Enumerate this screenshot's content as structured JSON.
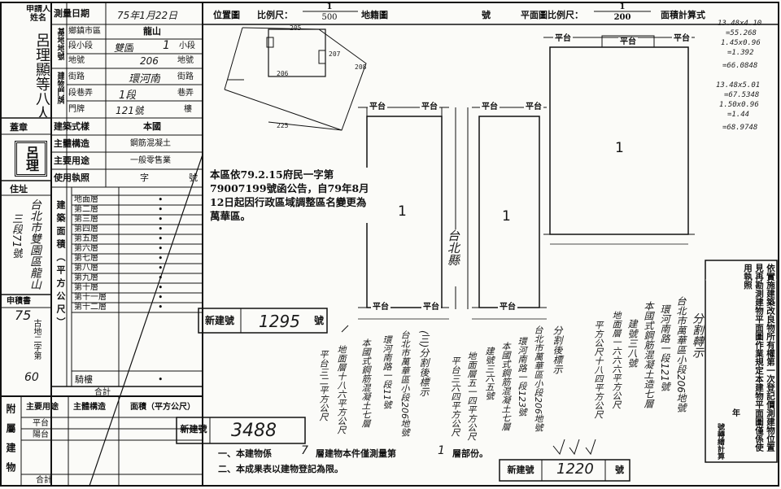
{
  "ledger": {
    "applicant_label": "申請人姓名",
    "applicant_name": "呂理顯等八人",
    "seal_label": "蓋章",
    "seal_text": "呂理",
    "address_label": "住址",
    "address_hand": "台北市雙園區龍山",
    "address_hand2": "三段71號",
    "survey_date_label": "測量日期",
    "survey_date_value": "75年1月22日",
    "land_number_label": "基地地號",
    "district_label": "鄉鎮市區",
    "district_value": "龍山",
    "section_label": "段小段",
    "section_value_1": "雙園",
    "section_value_2": "1",
    "section_suffix": "小段",
    "lot_label": "地號",
    "lot_value": "206",
    "lot_suffix": "地號",
    "building_door_label": "建物門牌",
    "street_label": "街路",
    "street_value": "環河南",
    "street_suffix": "街路",
    "lane_label": "段巷弄",
    "lane_value": "1段",
    "lane_suffix": "巷弄",
    "door_label": "門牌",
    "door_value": "121號",
    "door_suffix": "樓",
    "style_label": "建築式樣",
    "style_value": "本國",
    "structure_label": "主體構造",
    "structure_value": "鋼筋混凝土",
    "use_label": "主要用途",
    "use_value": "一般零售業",
    "permit_label": "使用執照",
    "permit_value": "字",
    "permit_suffix": "號",
    "floors_side_label": "建築面積（平方公尺）",
    "floors": [
      "地面層",
      "第二層",
      "第三層",
      "第四層",
      "第五層",
      "第六層",
      "第七層",
      "第八層",
      "第九層",
      "第十層",
      "第十一層",
      "第十二層"
    ],
    "floor_dot": "•",
    "arcade_label": "騎樓",
    "total_label": "合計",
    "area_label": "申積書",
    "area_value_1": "75",
    "area_value_2": "古地二字第",
    "area_value_3": "60",
    "annex_label": "附屬建物",
    "annex_use_label": "主要用途",
    "annex_structure_label": "主體構造",
    "annex_area_label": "面積（平方公尺）",
    "annex_rows": [
      "平台",
      "陽台"
    ],
    "annex_total": "合計"
  },
  "drawing": {
    "location_label": "位置圖",
    "location_scale_label": "比例尺：",
    "location_scale_num": "1",
    "location_scale_den": "500",
    "location_map_label": "地籍圖",
    "location_number_suffix": "號",
    "plan_scale_label": "平面圖比例尺：",
    "plan_scale_num": "1",
    "plan_scale_den": "200",
    "plan_area_label": "面積計算式",
    "lot_sketch": [
      "205",
      "206",
      "207",
      "208",
      "225"
    ],
    "room_marks": [
      "1",
      "1",
      "1"
    ],
    "balconies": [
      "平台",
      "平台",
      "平台",
      "平台",
      "平台",
      "平台",
      "平台",
      "平台",
      "平台",
      "平台"
    ],
    "street_hand": "台北縣",
    "notice": "本區依79.2.15府民一字第79007199號函公告，自79年8月12日起因行政區域調整區名變更為萬華區。",
    "new_number_label": "新建號",
    "new_number_value": "1295",
    "new_number_suffix": "號",
    "lower_new_number_label": "新建號",
    "lower_new_number_value": "3488",
    "bottom_new_number_label": "新建號",
    "bottom_new_number_value": "1220",
    "bottom_new_number_suffix": "號",
    "footnote_1_prefix": "一、本建物係",
    "footnote_1_hand": "7",
    "footnote_1_mid": "層建物本件僅測量第",
    "footnote_1_hand2": "1",
    "footnote_1_end": "層部份。",
    "footnote_2": "二、本成果表以建物登記為限。",
    "right_notes_title": "依實施建築改良物所有權第一次登記價測建物位置見再勘測建物平面圖作業規定本建物平面圖僅係使用執照",
    "right_notes_year": "年",
    "right_notes_ref": "號轉繪計算",
    "hand_columns": [
      "分割轉示",
      "台北市萬華區小段206地號",
      "環河南路一段121號",
      "本國式鋼筋混凝土造七層",
      "建號三八號",
      "地面層一六六六平方公尺",
      "平方公尺十八四平方公尺",
      "分割後標示",
      "台北市萬華區小段206地號",
      "環河南路一段123號",
      "本國式鋼筋混凝土七層",
      "建號三六五號",
      "地面層五一四平方公尺",
      "平台三六四平方公尺",
      "(三)分割後標示",
      "台北市萬華區小段206地號",
      "環河南路一段11號",
      "本國式鋼筋混凝土七層",
      "地面層十八六平方公尺",
      "平台三二平方公尺"
    ],
    "top_right_calc": [
      "13.48x4.10",
      "=55.268",
      "1.45x0.96",
      "=1.392",
      "=66.0848",
      "13.48x5.01",
      "=67.5348",
      "1.50x0.96",
      "=1.44",
      "=68.9748"
    ]
  },
  "colors": {
    "ink": "#111111",
    "paper": "#fbfbf8"
  }
}
